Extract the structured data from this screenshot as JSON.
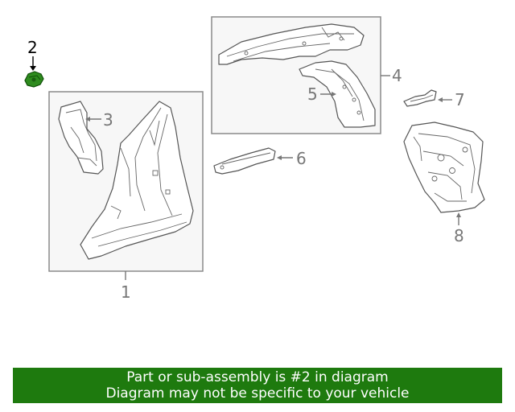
{
  "diagram": {
    "callouts": [
      {
        "id": "1",
        "label": "1"
      },
      {
        "id": "2",
        "label": "2",
        "highlighted": true
      },
      {
        "id": "3",
        "label": "3"
      },
      {
        "id": "4",
        "label": "4"
      },
      {
        "id": "5",
        "label": "5"
      },
      {
        "id": "6",
        "label": "6"
      },
      {
        "id": "7",
        "label": "7"
      },
      {
        "id": "8",
        "label": "8"
      }
    ],
    "colors": {
      "highlight_part": "#2e8b1e",
      "banner_background": "#1e7a0e",
      "banner_text": "#ffffff",
      "callout_text": "#777777",
      "box_fill": "#f7f7f7"
    }
  },
  "banner": {
    "line1": "Part or sub-assembly is #2 in diagram",
    "line2": "Diagram may not be specific to your vehicle"
  }
}
